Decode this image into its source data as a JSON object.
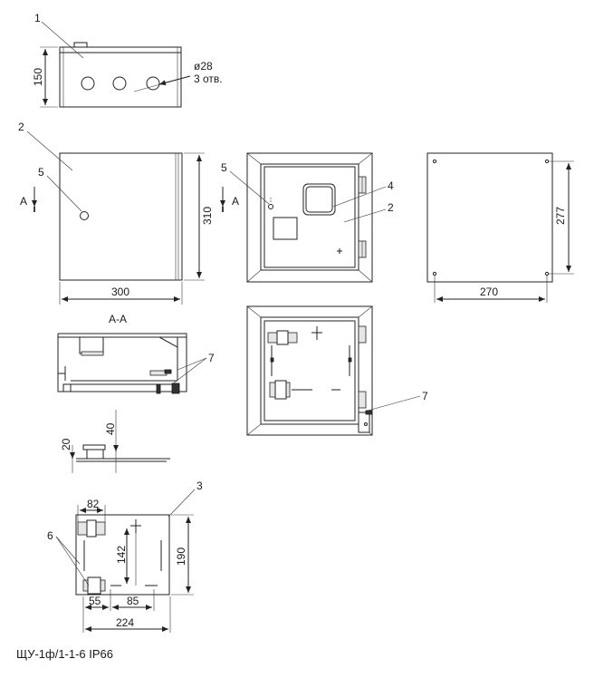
{
  "caption": "ЩУ-1ф/1-1-6 IP66",
  "callouts": {
    "c1": "1",
    "c2": "2",
    "c2b": "2",
    "c3": "3",
    "c4": "4",
    "c5": "5",
    "c5b": "5",
    "c6": "6",
    "c7": "7",
    "c7b": "7"
  },
  "dimensions": {
    "height_150": "150",
    "hole_diameter": "ø28",
    "hole_count": "3 отв.",
    "height_310": "310",
    "width_300": "300",
    "mount_277": "277",
    "mount_270": "270",
    "depth_40": "40",
    "depth_20": "20",
    "rail_82": "82",
    "rail_142": "142",
    "rail_190": "190",
    "rail_55": "55",
    "rail_85": "85",
    "rail_224": "224"
  },
  "section": {
    "marker_a_left": "A",
    "marker_a_right": "A",
    "section_title": "A-A"
  }
}
